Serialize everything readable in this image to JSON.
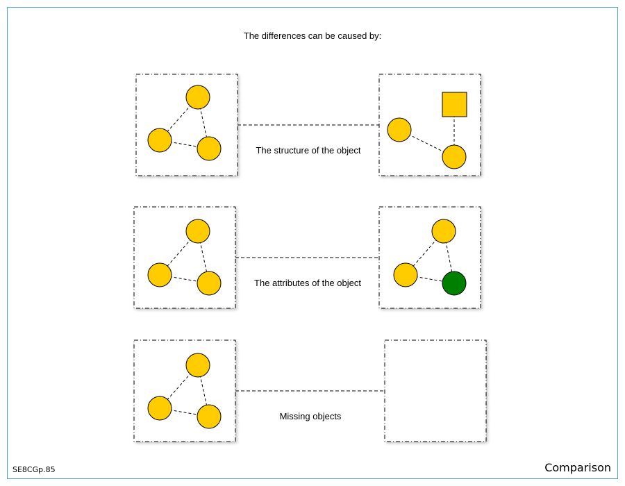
{
  "title": "The differences can be caused by:",
  "rows": [
    {
      "caption": "The structure of the object"
    },
    {
      "caption": "The attributes of the object"
    },
    {
      "caption": "Missing objects"
    }
  ],
  "footer": {
    "code": "SE8CGp.85",
    "label": "Comparison"
  },
  "colors": {
    "node_fill": "#ffcc00",
    "attribute_fill": "#008000",
    "frame_border": "#4fa3c7"
  }
}
